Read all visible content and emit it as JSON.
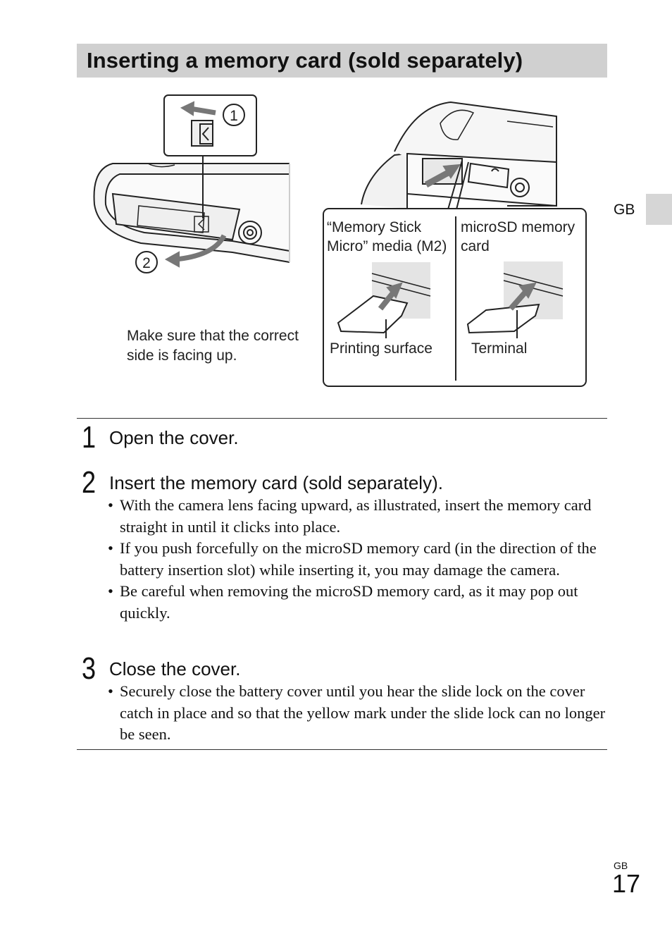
{
  "header": {
    "title": "Inserting a memory card (sold separately)"
  },
  "side_tab": {
    "label": "GB"
  },
  "illustration": {
    "step_markers": [
      "1",
      "2"
    ],
    "hint": "Make sure that the correct side is facing up.",
    "callout_left_title": "“Memory Stick Micro” media (M2)",
    "callout_left_title_line1": "“Memory Stick",
    "callout_left_title_line2": "Micro” media (M2)",
    "callout_right_title_line1": "microSD memory",
    "callout_right_title_line2": "card",
    "label_printing_surface": "Printing surface",
    "label_terminal": "Terminal"
  },
  "steps": [
    {
      "number": "1",
      "title": "Open the cover.",
      "bullets": []
    },
    {
      "number": "2",
      "title": "Insert the memory card (sold separately).",
      "bullets": [
        "With the camera lens facing upward, as illustrated, insert the memory card straight in until it clicks into place.",
        "If you push forcefully on the microSD memory card (in the direction of the battery insertion slot) while inserting it, you may damage the camera.",
        "Be careful when removing the microSD memory card, as it may pop out quickly."
      ]
    },
    {
      "number": "3",
      "title": "Close the cover.",
      "bullets": [
        "Securely close the battery cover until you hear the slide lock on the cover catch in place and so that the yellow mark under the slide lock can no longer be seen."
      ]
    }
  ],
  "footer": {
    "lang": "GB",
    "page_number": "17"
  },
  "colors": {
    "title_bar": "#d0d0d0",
    "side_tab": "#d6d6d6",
    "text": "#111111"
  }
}
